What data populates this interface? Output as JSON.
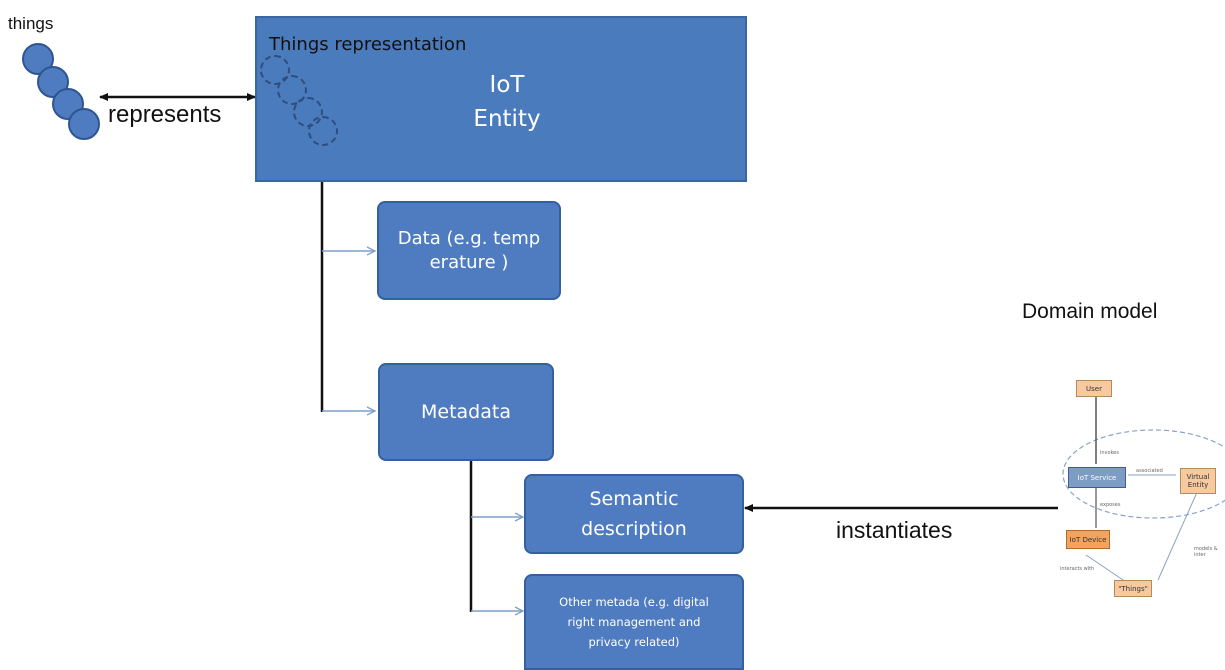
{
  "labels": {
    "things": "things",
    "represents": "represents",
    "domain_model": "Domain model",
    "instantiates": "instantiates"
  },
  "entity": {
    "header": "Things representation",
    "line1": "IoT",
    "line2": "Entity"
  },
  "boxes": {
    "data": "Data (e.g. temperature )",
    "metadata": "Metadata",
    "semantic": "Semantic description",
    "other": "Other metada (e.g. digital right management and privacy related)"
  },
  "domain_model": {
    "user": "User",
    "iot_service": "IoT Service",
    "virtual_entity": "Virtual Entity",
    "iot_device": "IoT Device",
    "things": "\"Things\"",
    "invokes": "invokes",
    "associated": "associated",
    "exposes": "exposes",
    "interacts_with": "interacts with",
    "models_and_interacts": "models & inter"
  },
  "colors": {
    "box_fill": "#4f7cc0",
    "box_border": "#35609e",
    "entity_fill": "#4a7bbd",
    "arrow_light": "#7f9fcc",
    "model_orange": "#f7c9a0",
    "model_blue": "#7c9cc4"
  }
}
